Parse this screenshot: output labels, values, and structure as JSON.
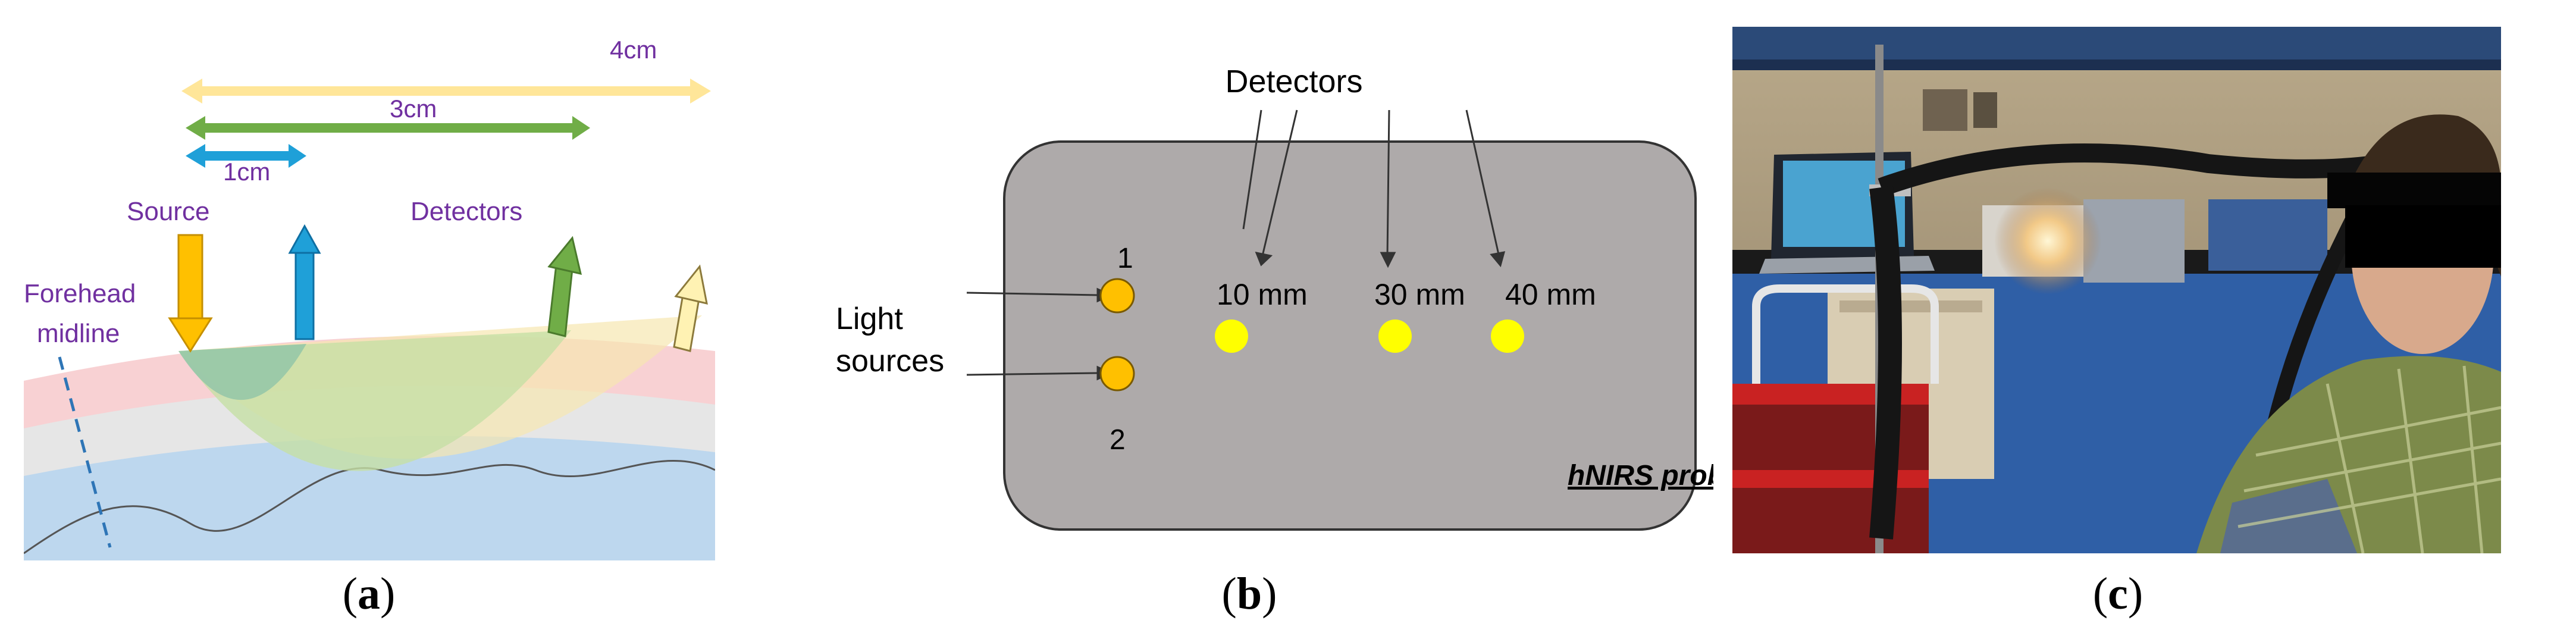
{
  "panel_a": {
    "distances": {
      "d4": "4cm",
      "d3": "3cm",
      "d1": "1cm"
    },
    "source_label": "Source",
    "detectors_label": "Detectors",
    "forehead_line1": "Forehead",
    "forehead_line2": "midline",
    "caption_letter": "a"
  },
  "panel_b": {
    "detectors_title": "Detectors",
    "light_sources_line1": "Light",
    "light_sources_line2": "sources",
    "source_1": "1",
    "source_2": "2",
    "dist_10": "10 mm",
    "dist_30": "30 mm",
    "dist_40": "40 mm",
    "probe_label": "hNIRS probe",
    "caption_letter": "b"
  },
  "panel_c": {
    "caption_letter": "c"
  },
  "colors": {
    "purple_text": "#7030a0",
    "arrow_yellow": "#ffc000",
    "arrow_blue": "#1fa0d8",
    "arrow_green": "#70ad47",
    "probe_gray": "#aeaaaa",
    "detector_yellow": "#ffff00",
    "source_orange": "#ffc000"
  }
}
